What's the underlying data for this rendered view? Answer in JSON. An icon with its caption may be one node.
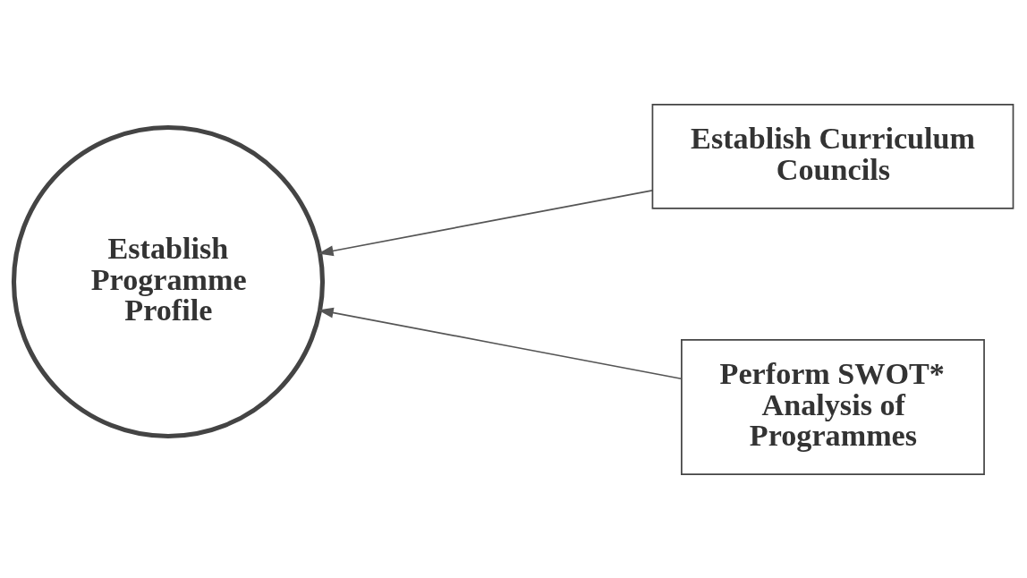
{
  "diagram": {
    "nodes": [
      {
        "text": [
          "Establish Programme Profile"
        ]
      },
      {
        "text": [
          "Establish Curriculum Councils"
        ]
      },
      {
        "text": [
          "Perform SWOT* Analysis of Programmes"
        ]
      }
    ],
    "edges": [
      {
        "from": 1,
        "to": 0,
        "arrow": "to"
      },
      {
        "from": 2,
        "to": 0,
        "arrow": "to"
      }
    ]
  }
}
